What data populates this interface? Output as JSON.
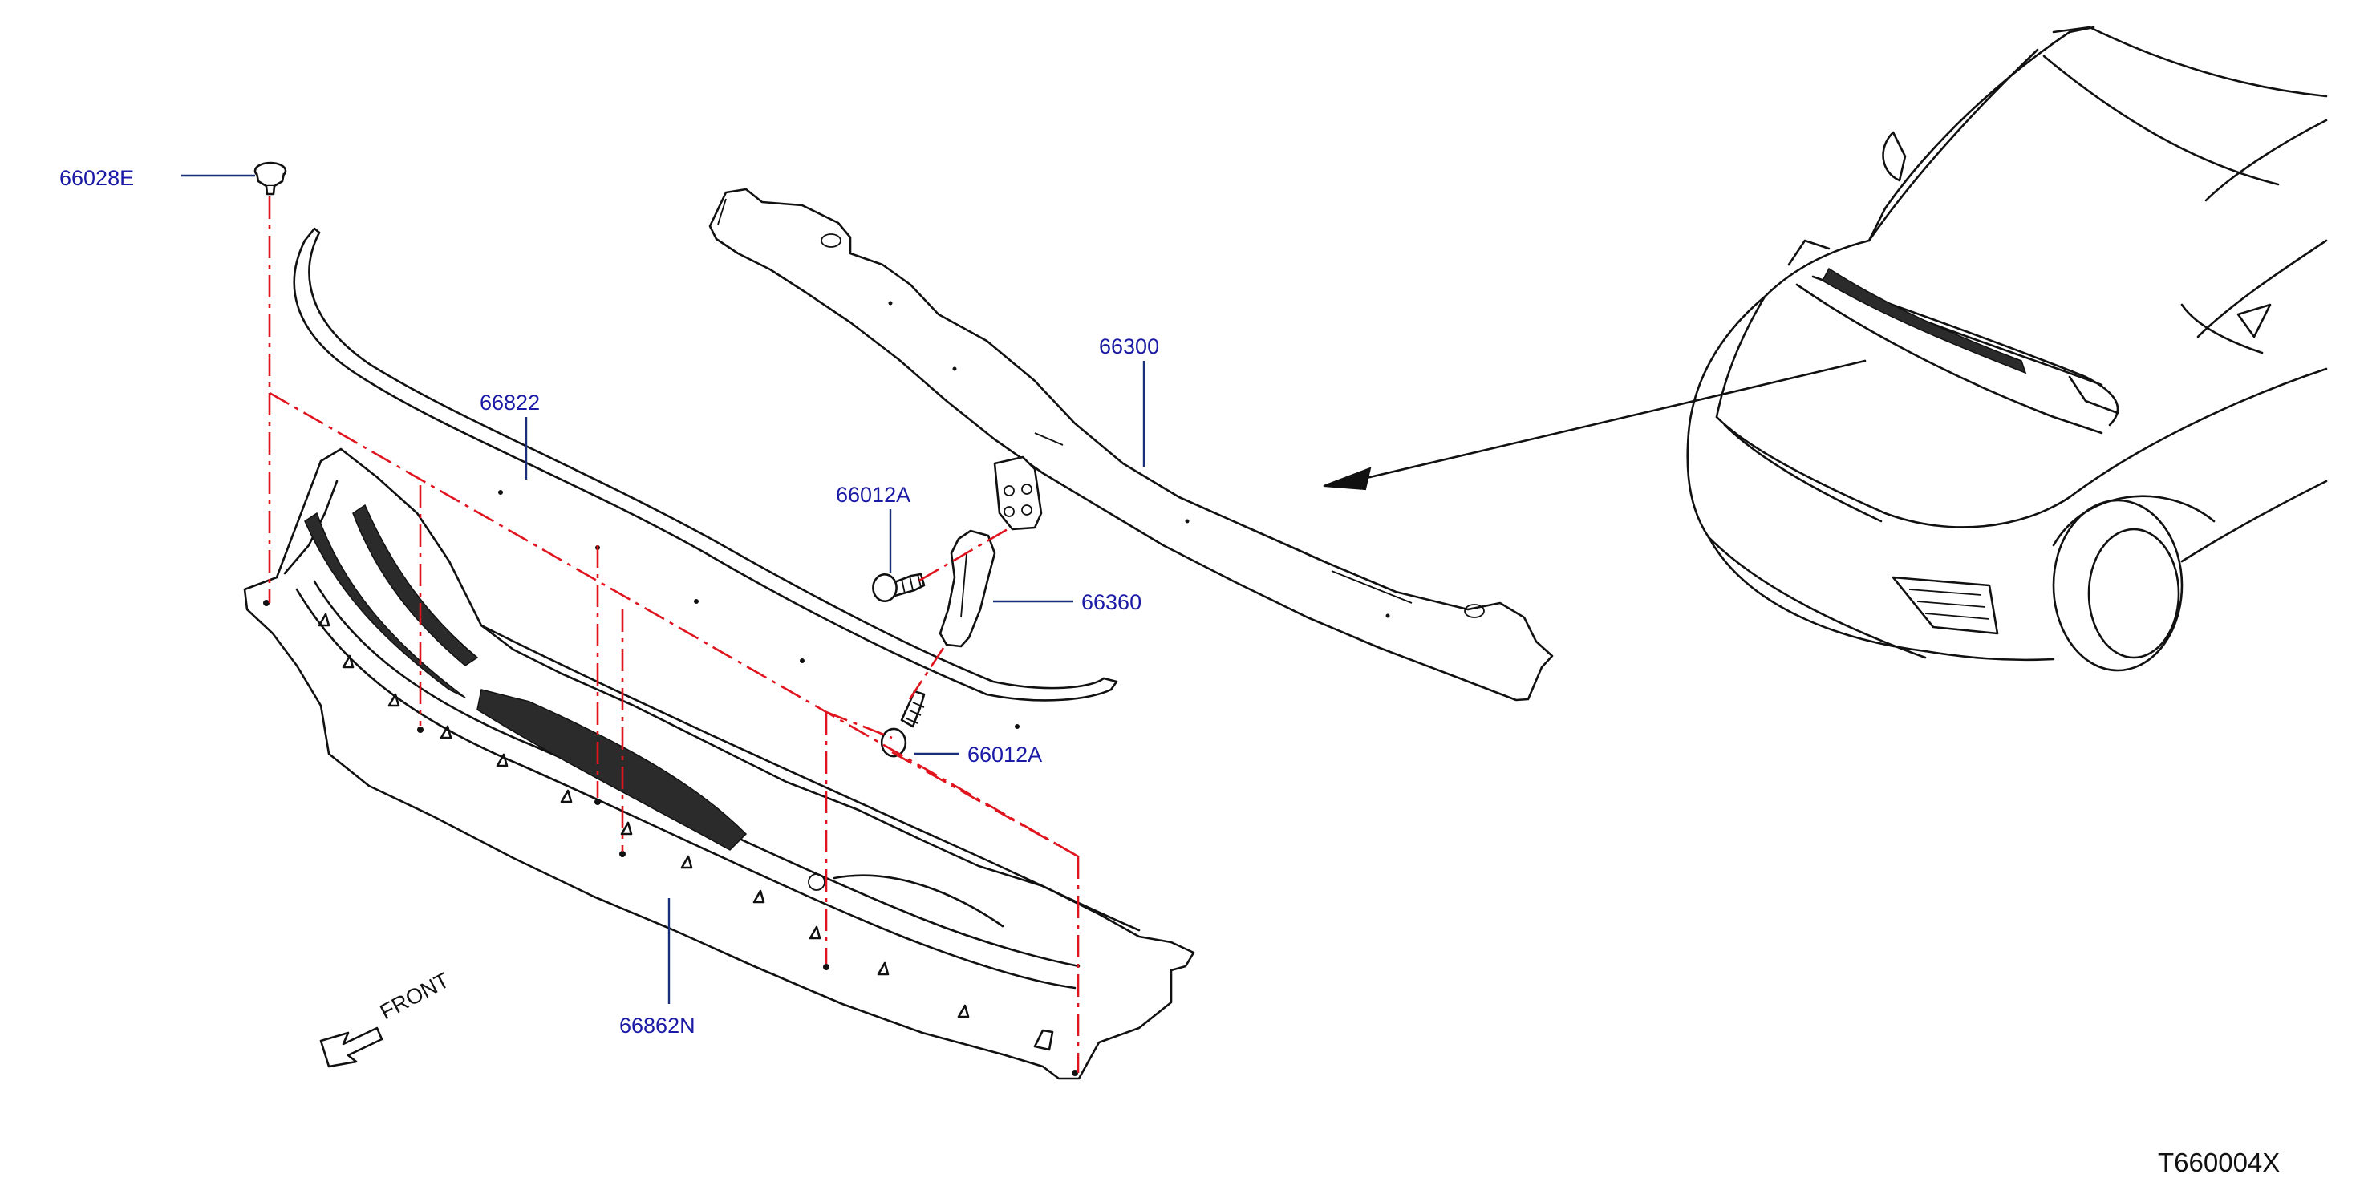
{
  "diagram": {
    "part_labels": {
      "clip": "66028E",
      "seal": "66822",
      "panel": "66300",
      "screw_upper": "66012A",
      "bracket": "66360",
      "screw_lower": "66012A",
      "cowl_top": "66862N"
    },
    "front_indicator": "FRONT",
    "illustration_code": "T660004X",
    "colors": {
      "label_text": "#1a1aa6",
      "leader_line": "#1a2f7a",
      "alignment_line": "#e0141e",
      "line_art": "#111111"
    }
  }
}
